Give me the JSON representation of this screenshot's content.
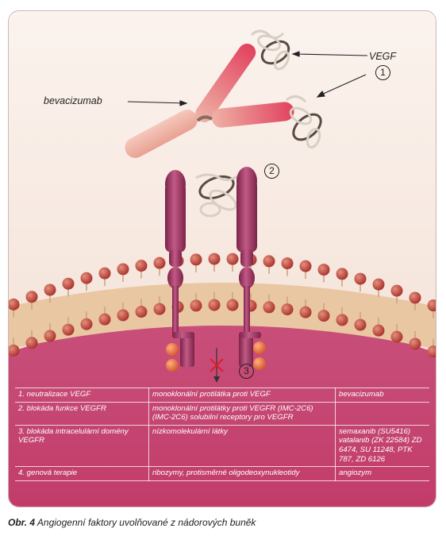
{
  "labels": {
    "vegf": "VEGF",
    "bevacizumab": "bevacizumab",
    "num1": "1",
    "num2": "2",
    "num3": "3"
  },
  "table": {
    "rows": [
      {
        "mechanism": "1. neutralizace VEGF",
        "agent": "monoklonální protilátka proti VEGF",
        "drug": "bevacizumab"
      },
      {
        "mechanism": "2. blokáda funkce VEGFR",
        "agent": "monoklonální protilátky proti VEGFR (IMC-2C6) (IMC-2C6) solubilní receptory pro VEGFR",
        "drug": ""
      },
      {
        "mechanism": "3. blokáda intracelulární domény VEGFR",
        "agent": "nízkomolekulární látky",
        "drug": "semaxanib (SU5416) vatalanib (ZK 22584) ZD 6474, SU 11248, PTK 787, ZD 6126"
      },
      {
        "mechanism": "4. genová terapie",
        "agent": "ribozymy, protisměrné oligodeoxynukleotidy",
        "drug": "angiozym"
      }
    ]
  },
  "caption": {
    "label": "Obr. 4",
    "text": "Angiogenní faktory uvolňované z nádorových buněk"
  },
  "colors": {
    "background": "#f8ede6",
    "cytoplasm": "#c7416e",
    "membrane_head": "#b63a3a",
    "receptor": "#a83a66",
    "antibody": "#f0b3a4",
    "inhibit_mark": "#e01c2a"
  }
}
